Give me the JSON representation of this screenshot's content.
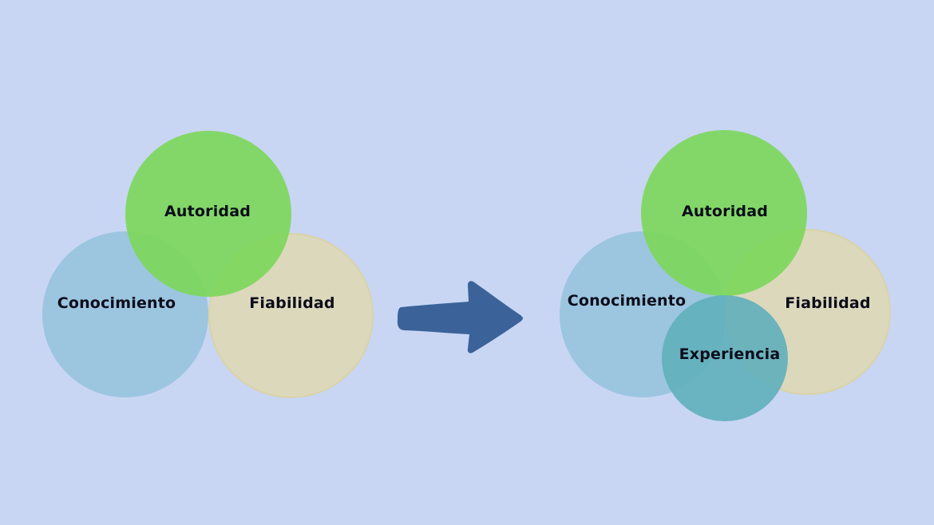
{
  "diagram_before": {
    "circles": {
      "authority": "Autoridad",
      "knowledge": "Conocimiento",
      "reliability": "Fiabilidad"
    }
  },
  "diagram_after": {
    "circles": {
      "authority": "Autoridad",
      "knowledge": "Conocimiento",
      "reliability": "Fiabilidad",
      "experience": "Experiencia"
    }
  },
  "colors": {
    "background": "#c8d6f4",
    "authority": "#7dd75b",
    "knowledge": "#9ac4df",
    "reliability": "#ded8b7",
    "experience": "#62b0bc",
    "arrow": "#3b6399"
  },
  "icons": {
    "transition_arrow": "right-arrow-icon"
  }
}
